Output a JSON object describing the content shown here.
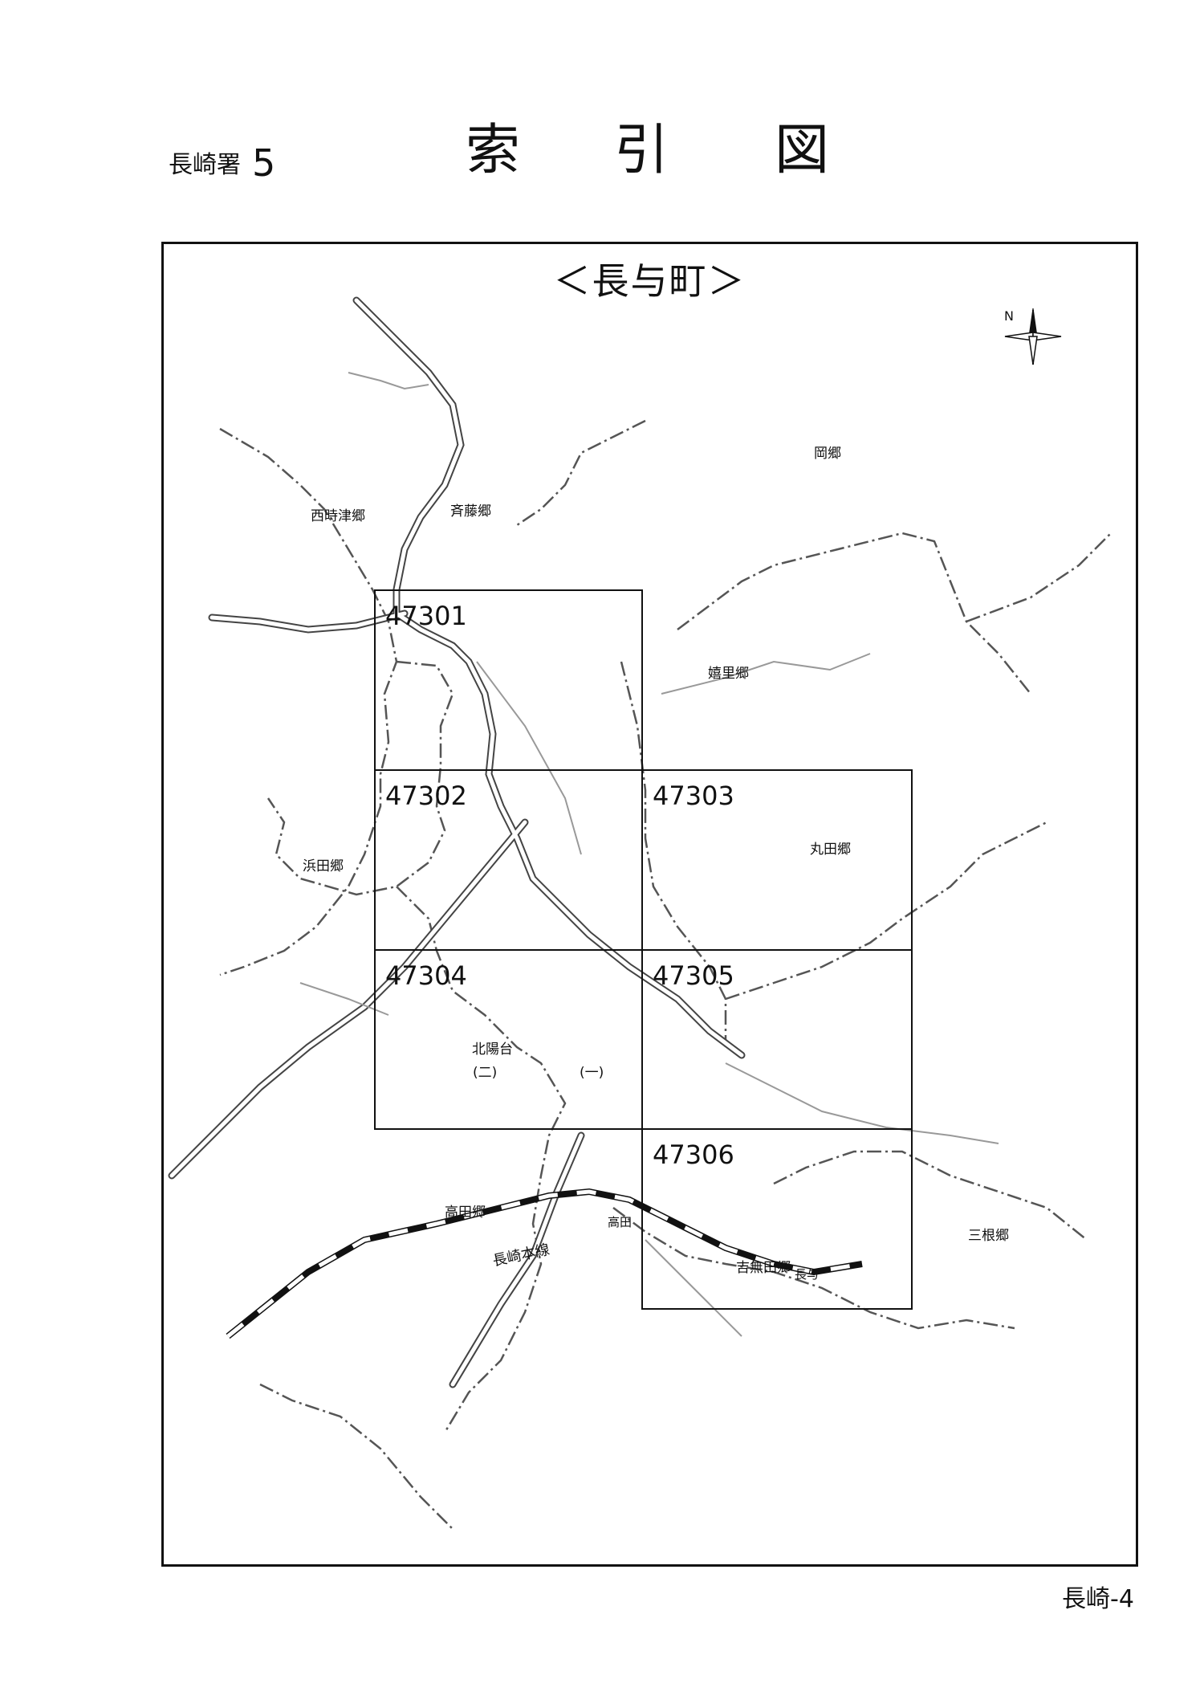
{
  "header": {
    "station": "長崎署",
    "number": "5",
    "title_chars": [
      "索",
      "引",
      "図"
    ]
  },
  "map": {
    "area_title": "＜長与町＞",
    "north_label": "N",
    "places": {
      "oka": "岡郷",
      "nishitokitsu": "西時津郷",
      "saito": "斉藤郷",
      "ureshisato": "嬉里郷",
      "hamada": "浜田郷",
      "maruta": "丸田郷",
      "hokuyodai": "北陽台",
      "ni": "(二)",
      "ichi": "(一)",
      "takada_go": "高田郷",
      "takada_st": "高田",
      "line": "長崎本線",
      "yoshimuta": "吉無田郷",
      "nagayo_st": "長与",
      "mitsune": "三根郷"
    },
    "tiles": [
      "47301",
      "47302",
      "47303",
      "47304",
      "47305",
      "47306"
    ]
  },
  "footer": {
    "page": "長崎-4"
  }
}
